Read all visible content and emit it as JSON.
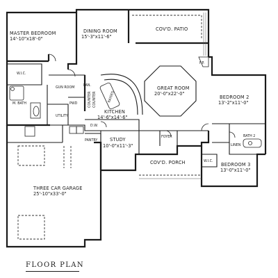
{
  "title": "FLOOR PLAN",
  "rooms": {
    "master_bedroom": {
      "name": "MASTER BEDROOM",
      "dims": "14'-10\"x18'-0\""
    },
    "dining_room": {
      "name": "DINING ROOM",
      "dims": "15'-3\"x11'-6\""
    },
    "covd_patio": {
      "name": "COV'D. PATIO"
    },
    "wic_master": {
      "name": "W.I.C."
    },
    "gun_room": {
      "name": "GUN ROOM"
    },
    "great_room": {
      "name": "GREAT ROOM",
      "dims": "20'-0\"x22'-0\""
    },
    "bedroom_2": {
      "name": "BEDROOM 2",
      "dims": "13'-2\"x11'-0\""
    },
    "m_bath": {
      "name": "M. BATH"
    },
    "kitchen": {
      "name": "KITCHEN",
      "dims": "14'-6\"x14'-6\""
    },
    "utility": {
      "name": "UTILITY"
    },
    "bath_2": {
      "name": "BATH 2"
    },
    "study": {
      "name": "STUDY",
      "dims": "10'-0\"x11'-3\""
    },
    "foyer": {
      "name": "FOYER"
    },
    "pantry": {
      "name": "PANTRY"
    },
    "wic_bed3": {
      "name": "W.I.C."
    },
    "bedroom_3": {
      "name": "BEDROOM 3",
      "dims": "13'-0\"x11'-0\""
    },
    "covd_porch": {
      "name": "COV'D. PORCH"
    },
    "garage": {
      "name": "THREE CAR GARAGE",
      "dims": "25'-10\"x33'-0\""
    }
  },
  "tags": {
    "fp": "F.P.",
    "pwd": "PWD",
    "linen": "LINEN",
    "pantry_small": "PAN.",
    "dw": "D.W."
  },
  "counter_labels": {
    "counter_left": "COUNTER",
    "counter_right": "COUNTER",
    "raised_bar": "RAISED"
  }
}
